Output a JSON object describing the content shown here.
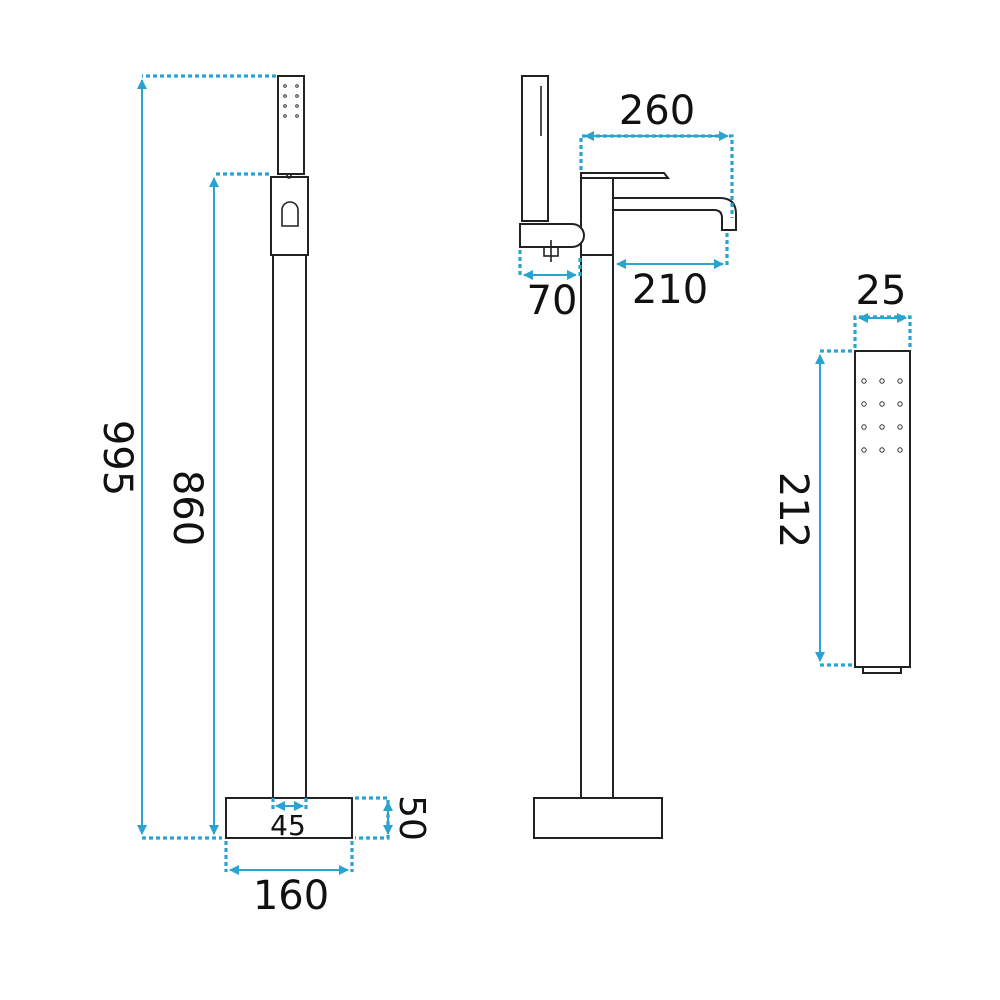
{
  "colors": {
    "dimension": "#2aa3d0",
    "outline": "#222222",
    "background": "#ffffff"
  },
  "dimensions": {
    "overall_height": "995",
    "spout_height": "860",
    "base_height": "50",
    "pillar_width": "45",
    "base_width": "160",
    "handle_reach": "260",
    "holder_depth": "70",
    "spout_reach": "210",
    "handshower_width": "25",
    "handshower_length": "212"
  }
}
